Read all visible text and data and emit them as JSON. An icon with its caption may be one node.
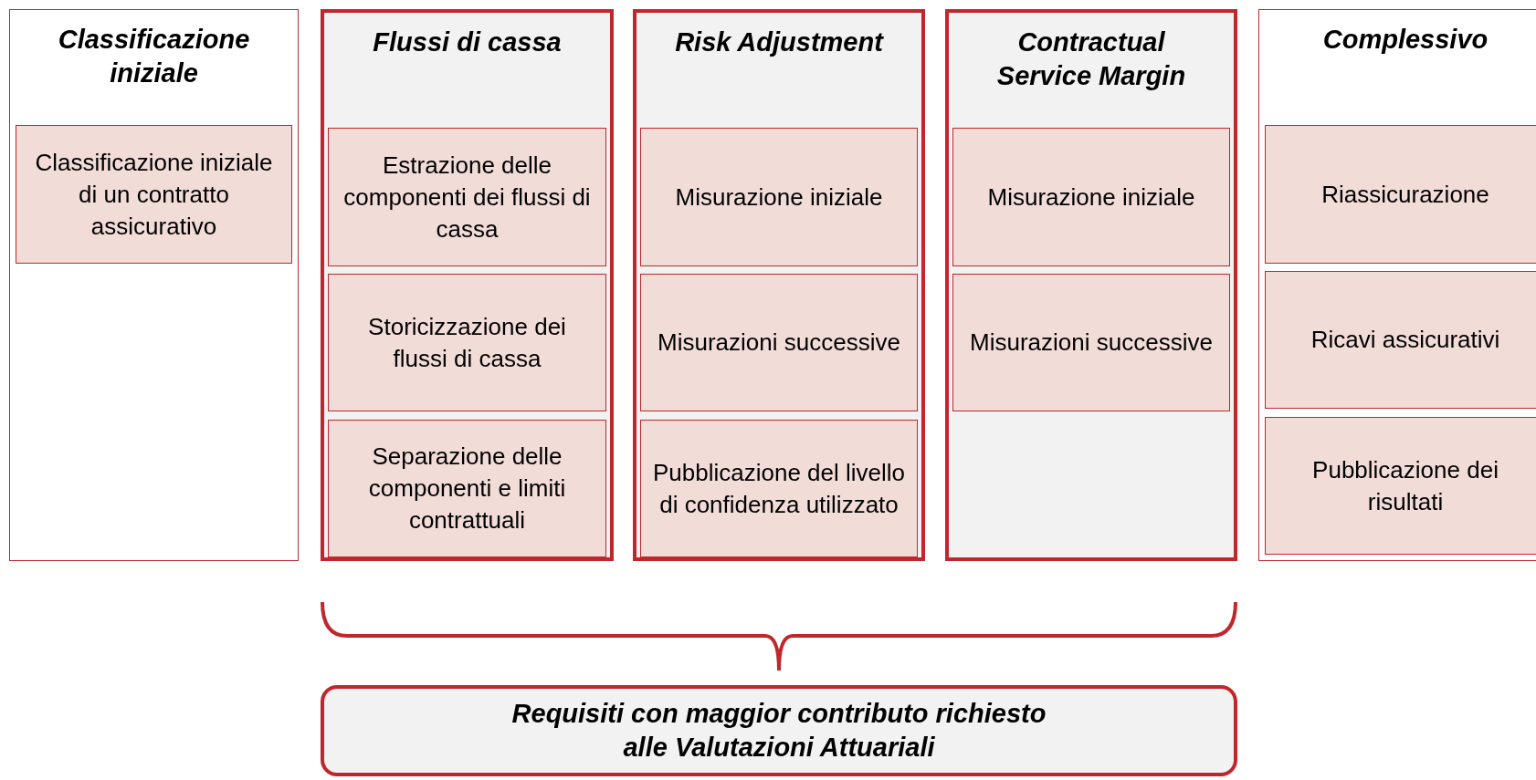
{
  "diagram": {
    "nodes": [
      {
        "text": [
          "Classificazione iniziale"
        ]
      },
      {
        "text": [
          "Classificazione iniziale di un contratto assicurativo"
        ],
        "in": 0
      },
      {
        "text": [
          "Flussi di cassa"
        ]
      },
      {
        "text": [
          "Estrazione delle componenti dei flussi di cassa"
        ],
        "in": 2
      },
      {
        "text": [
          "Storicizzazione dei flussi di cassa"
        ],
        "in": 2
      },
      {
        "text": [
          "Separazione delle componenti e limiti contrattuali"
        ],
        "in": 2
      },
      {
        "text": [
          "Risk Adjustment"
        ]
      },
      {
        "text": [
          "Misurazione iniziale"
        ],
        "in": 6
      },
      {
        "text": [
          "Misurazioni successive"
        ],
        "in": 6
      },
      {
        "text": [
          "Pubblicazione del livello di confidenza utilizzato"
        ],
        "in": 6
      },
      {
        "text": [
          "Contractual Service Margin"
        ]
      },
      {
        "text": [
          "Misurazione iniziale"
        ],
        "in": 10
      },
      {
        "text": [
          "Misurazioni successive"
        ],
        "in": 10
      },
      {
        "text": [
          "Complessivo"
        ]
      },
      {
        "text": [
          "Riassicurazione"
        ],
        "in": 13
      },
      {
        "text": [
          "Ricavi assicurativi"
        ],
        "in": 13
      },
      {
        "text": [
          "Pubblicazione dei risultati"
        ],
        "in": 13
      },
      {
        "text": [
          "Requisiti con maggior contributo richiesto alle Valutazioni Attuariali"
        ]
      }
    ],
    "edges": []
  }
}
